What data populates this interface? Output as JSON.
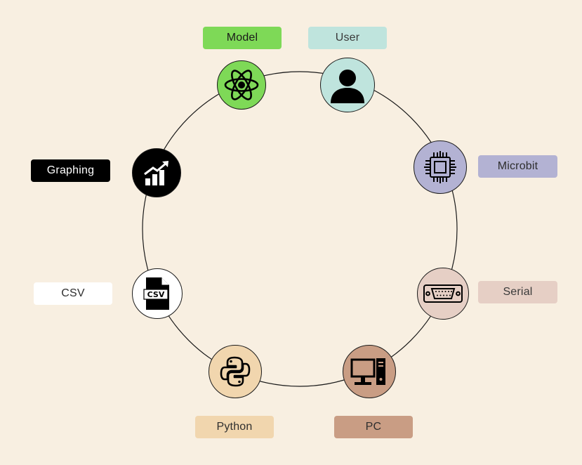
{
  "diagram": {
    "background_color": "#f8efe1",
    "nodes": [
      {
        "id": "model",
        "label": "Model",
        "icon": "atom-icon",
        "node_color": "#7ed957",
        "label_bg": "#7ed957",
        "label_color": "#1a1a1a"
      },
      {
        "id": "user",
        "label": "User",
        "icon": "user-icon",
        "node_color": "#bfe4dd",
        "label_bg": "#bfe4dd",
        "label_color": "#3a3a3a"
      },
      {
        "id": "microbit",
        "label": "Microbit",
        "icon": "microchip-icon",
        "node_color": "#b3b2d3",
        "label_bg": "#b3b2d3",
        "label_color": "#2e2e2e"
      },
      {
        "id": "serial",
        "label": "Serial",
        "icon": "serial-port-icon",
        "node_color": "#e6cfc5",
        "label_bg": "#e6cfc5",
        "label_color": "#3a3a3a"
      },
      {
        "id": "pc",
        "label": "PC",
        "icon": "desktop-computer-icon",
        "node_color": "#c99d84",
        "label_bg": "#c99d84",
        "label_color": "#2e2e2e"
      },
      {
        "id": "python",
        "label": "Python",
        "icon": "python-logo-icon",
        "node_color": "#f1d6ae",
        "label_bg": "#f1d6ae",
        "label_color": "#2e2e2e"
      },
      {
        "id": "csv",
        "label": "CSV",
        "icon": "csv-file-icon",
        "node_color": "#ffffff",
        "label_bg": "#ffffff",
        "label_color": "#2e2e2e"
      },
      {
        "id": "graphing",
        "label": "Graphing",
        "icon": "growth-chart-icon",
        "node_color": "#000000",
        "label_bg": "#000000",
        "label_color": "#ffffff"
      }
    ]
  }
}
